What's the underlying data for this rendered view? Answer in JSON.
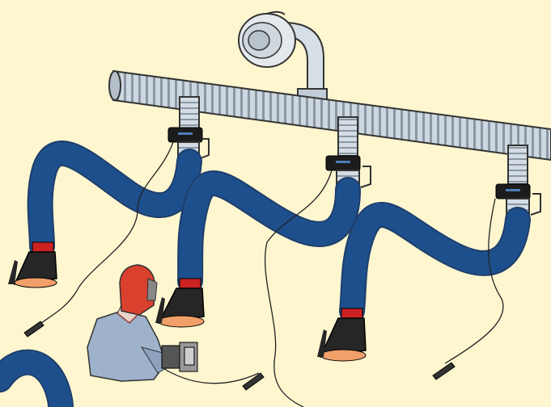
{
  "scene": {
    "background_color": "#fdf6cf",
    "duct_color": "#c9d4de",
    "duct_rib_color": "#8b97a3",
    "hose_color": "#3a7fc8",
    "hose_rib_color": "#1d4f8c",
    "hood_color": "#222222",
    "hood_glow_color": "#f2a06a",
    "band_color": "#cc2222",
    "cable_color": "#222222"
  },
  "elements": {
    "fan": "exhaust-fan",
    "duct": "ceiling-extraction-duct",
    "arms": [
      "extraction-arm",
      "extraction-arm",
      "extraction-arm",
      "extraction-arm"
    ],
    "worker": "welder-with-helmet-and-torch"
  }
}
